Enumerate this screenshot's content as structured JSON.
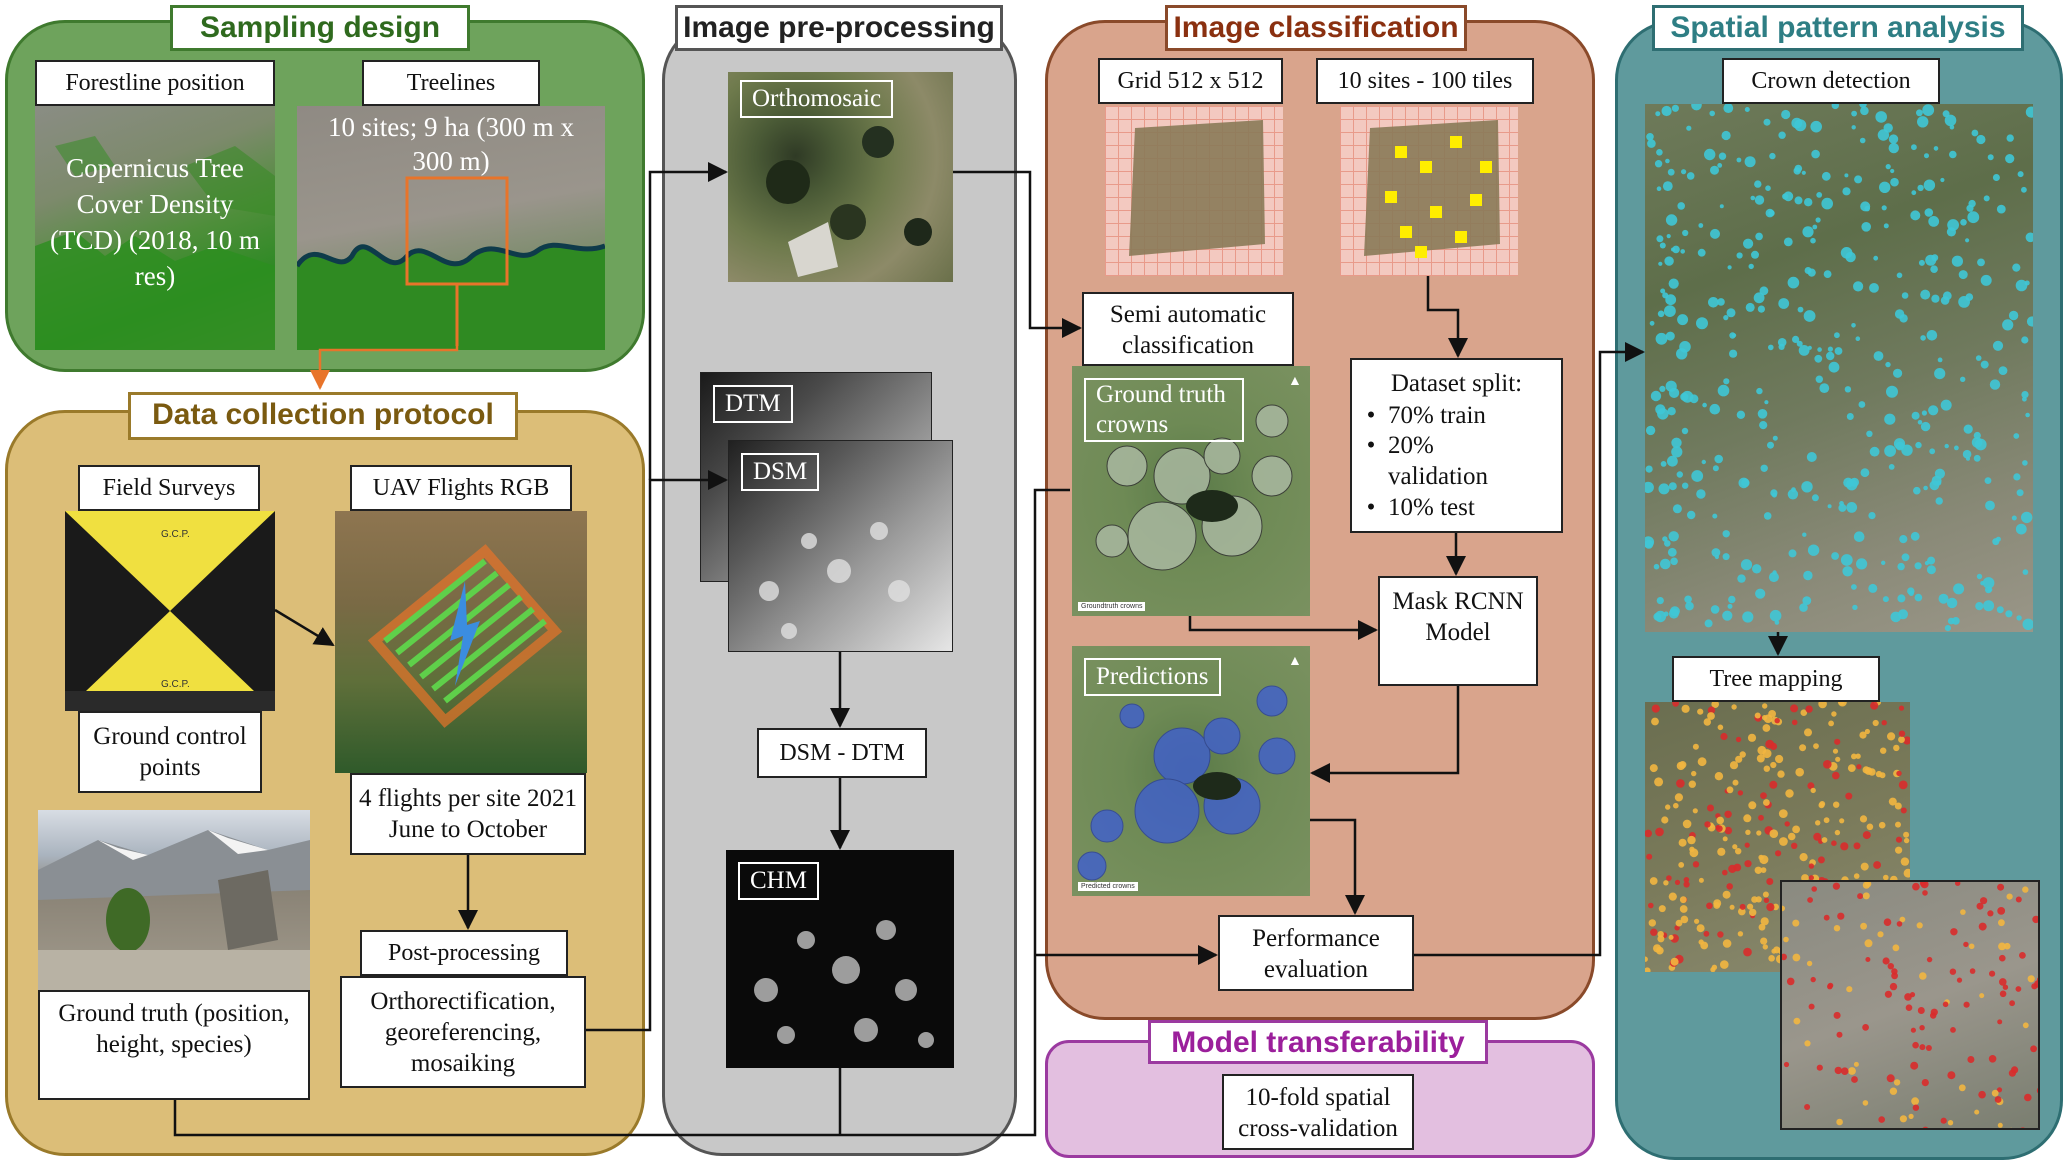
{
  "panels": {
    "sampling": {
      "title": "Sampling design",
      "forestline_label": "Forestline position",
      "treelines_label": "Treelines",
      "tcd_text": "Copernicus Tree Cover Density (TCD) (2018, 10 m res)",
      "sites_text": "10 sites; 9 ha (300 m x 300 m)"
    },
    "collection": {
      "title": "Data collection protocol",
      "field_surveys_label": "Field Surveys",
      "uav_label": "UAV Flights RGB",
      "gcp_caption": "Ground control points",
      "flights_caption": "4 flights per site 2021 June to October",
      "ground_truth_caption": "Ground truth (position, height, species)",
      "postprocessing_label": "Post-processing",
      "postprocessing_text": "Orthorectification, georeferencing, mosaiking",
      "gcp_marker_top": "G.C.P.",
      "gcp_marker_bottom": "G.C.P."
    },
    "preprocessing": {
      "title": "Image pre-processing",
      "orthomosaic_label": "Orthomosaic",
      "dtm_label": "DTM",
      "dsm_label": "DSM",
      "dsm_dtm_label": "DSM - DTM",
      "chm_label": "CHM"
    },
    "classification": {
      "title": "Image classification",
      "grid_label": "Grid 512 x 512",
      "tiles_label": "10 sites - 100 tiles",
      "semi_auto_label": "Semi automatic classification",
      "ground_truth_label": "Ground truth crowns",
      "predictions_label": "Predictions",
      "split_title": "Dataset split:",
      "split_items": [
        "70% train",
        "20% validation",
        "10% test"
      ],
      "maskrcnn_label": "Mask RCNN Model",
      "performance_label": "Performance evaluation",
      "gt_legend": "Groundtruth crowns",
      "pred_legend": "Predicted crowns"
    },
    "transferability": {
      "title": "Model transferability",
      "cv_text": "10-fold spatial cross-validation"
    },
    "spatial": {
      "title": "Spatial pattern analysis",
      "crown_detection_label": "Crown detection",
      "tree_mapping_label": "Tree mapping"
    }
  },
  "colors": {
    "sampling_border": "#3f7a2e",
    "sampling_fill": "#6ea35c",
    "collection_border": "#9a7a2a",
    "collection_fill": "#dcbe78",
    "preprocessing_border": "#555555",
    "preprocessing_fill": "#c8c8c8",
    "classification_border": "#8a4a2a",
    "classification_fill": "#d9a48c",
    "transferability_border": "#9b3aa0",
    "transferability_fill": "#e3bfe0",
    "spatial_border": "#2e6e72",
    "spatial_fill": "#5f9a9d",
    "sampling_title": "#2f6a1e",
    "collection_title": "#7a5a10",
    "preprocessing_title": "#222222",
    "classification_title": "#8a3010",
    "transferability_title": "#9b1f9b",
    "spatial_title": "#2e7e84",
    "crown_cyan": "#3fc7d6",
    "prediction_blue": "#3f5fd0",
    "tree_yellow": "#f2b640",
    "tree_red": "#d92b2b",
    "tile_yellow": "#ffee00",
    "arrow_orange": "#e8742a"
  },
  "icons": {
    "north_arrow": "north-arrow-icon"
  }
}
